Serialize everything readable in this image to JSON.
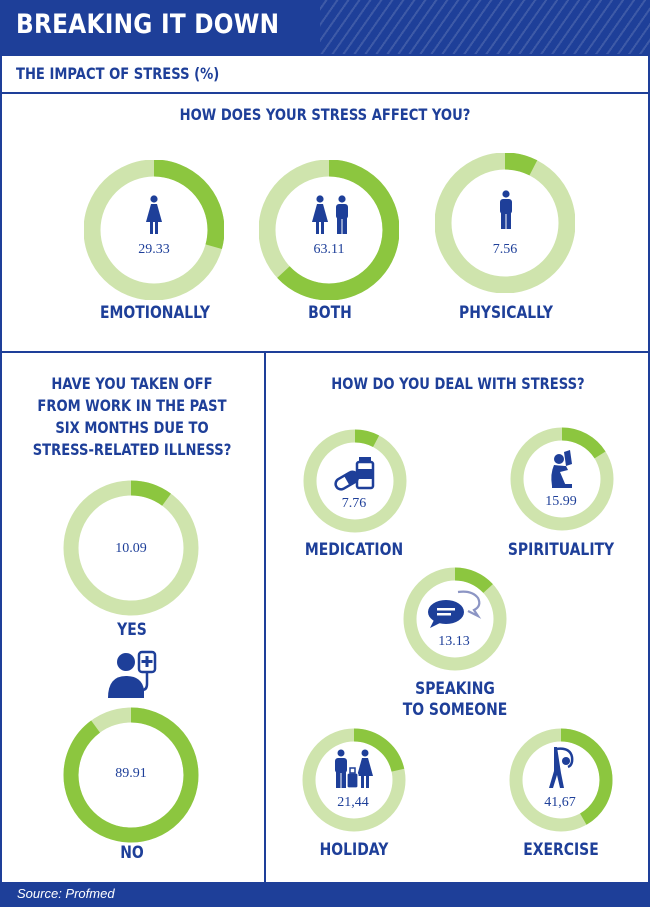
{
  "header": {
    "title": "BREAKING IT DOWN"
  },
  "subtitle": "THE IMPACT OF STRESS (%)",
  "footer": {
    "source": "Source: Profmed"
  },
  "colors": {
    "navy": "#1e3f99",
    "green": "#8cc63f",
    "light_green": "#cfe4ad"
  },
  "chart_data": [
    {
      "type": "pie",
      "title": "HOW DOES YOUR STRESS AFFECT YOU?",
      "items": [
        {
          "label": "EMOTIONALLY",
          "value": 29.33,
          "display": "29.33",
          "icon": "woman-icon"
        },
        {
          "label": "BOTH",
          "value": 63.11,
          "display": "63.11",
          "icon": "couple-icon"
        },
        {
          "label": "PHYSICALLY",
          "value": 7.56,
          "display": "7.56",
          "icon": "man-icon"
        }
      ]
    },
    {
      "type": "pie",
      "title_lines": [
        "HAVE YOU TAKEN OFF",
        "FROM WORK IN THE PAST",
        "SIX MONTHS DUE TO",
        "STRESS-RELATED ILLNESS?"
      ],
      "items": [
        {
          "label": "YES",
          "value": 10.09,
          "display": "10.09"
        },
        {
          "label": "NO",
          "value": 89.91,
          "display": "89.91"
        }
      ],
      "icon": "patient-iv-icon"
    },
    {
      "type": "pie",
      "title": "HOW DO YOU DEAL WITH STRESS?",
      "items": [
        {
          "label": "MEDICATION",
          "value": 7.76,
          "display": "7.76",
          "icon": "pills-icon"
        },
        {
          "label": "SPIRITUALITY",
          "value": 15.99,
          "display": "15.99",
          "icon": "praying-icon"
        },
        {
          "label_lines": [
            "SPEAKING",
            "TO SOMEONE"
          ],
          "value": 13.13,
          "display": "13.13",
          "icon": "speech-bubble-icon"
        },
        {
          "label": "HOLIDAY",
          "value": 21.44,
          "display": "21,44",
          "icon": "travelers-icon"
        },
        {
          "label": "EXERCISE",
          "value": 41.67,
          "display": "41,67",
          "icon": "stretching-icon"
        }
      ]
    }
  ]
}
